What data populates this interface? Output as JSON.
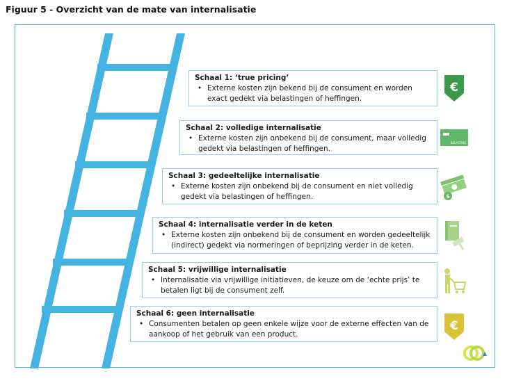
{
  "figure_title": "Figuur 5 - Overzicht van de mate van internalisatie",
  "steps": [
    {
      "title": "Schaal 1: ‘true pricing’",
      "text": "Externe kosten zijn bekend bij de consument en worden exact gedekt via belastingen of heffingen.",
      "icon": "euro-shield-icon",
      "color": "#3a9a4a"
    },
    {
      "title": "Schaal 2: volledige internalisatie",
      "text": "Externe kosten zijn onbekend bij de consument, maar volledig gedekt via belastingen of heffingen.",
      "icon": "tax-card-icon",
      "color": "#5fb86a",
      "icon_label": "BELASTING"
    },
    {
      "title": "Schaal 3: gedeeltelijke internalisatie",
      "text": "Externe kosten zijn onbekend bij de consument en niet volledig gedekt via belastingen of heffingen.",
      "icon": "money-stack-icon",
      "color": "#7cc26a"
    },
    {
      "title": "Schaal 4: internalisatie verder in de keten",
      "text": "Externe kosten zijn onbekend bij de consument en worden gedeeltelijk (indirect) gedekt via normeringen of beprijzing verder in de keten.",
      "icon": "law-book-gavel-icon",
      "color": "#a6d38a"
    },
    {
      "title": "Schaal 5: vrijwillige internalisatie",
      "text": "Internalisatie via vrijwillige initiatieven, de keuze om de ‘echte prijs’ te betalen ligt bij de consument zelf.",
      "icon": "shopper-cart-icon",
      "color": "#cdd66a"
    },
    {
      "title": "Schaal 6: geen internalisatie",
      "text": "Consumenten betalen op geen enkele wijze voor de externe effecten van de aankoop of het gebruik van een product.",
      "icon": "euro-shield-icon",
      "color": "#d8c235"
    }
  ],
  "colors": {
    "ladder": "#45b3e2",
    "frame": "#4ab3de",
    "box_border": "#8fd0ea"
  },
  "logo": "company-logo"
}
